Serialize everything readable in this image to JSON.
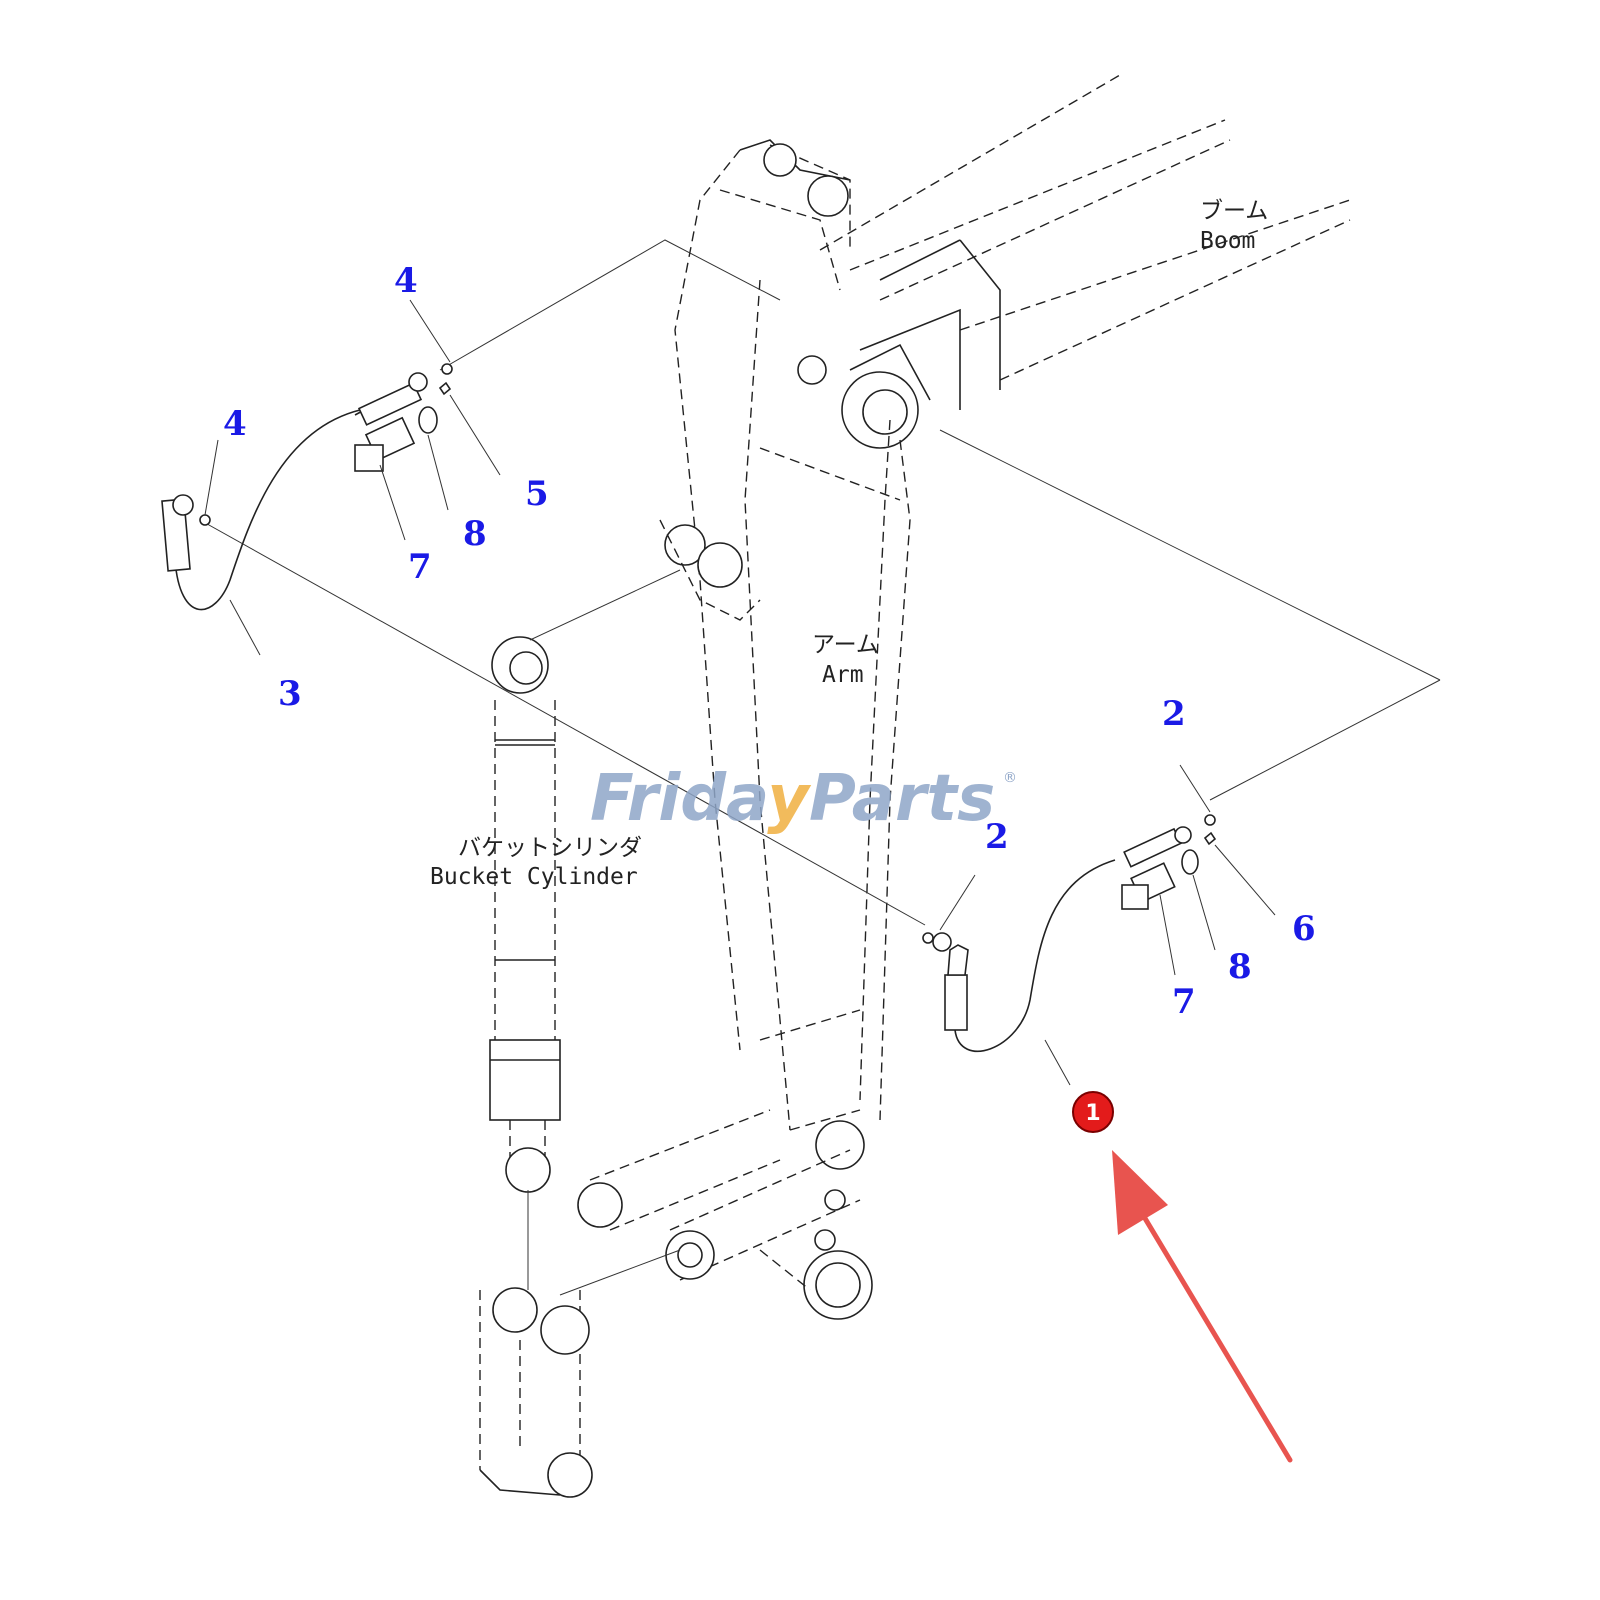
{
  "watermark": {
    "part1": "Frida",
    "accent": "y",
    "part2": "Parts",
    "reg": "®"
  },
  "labels": {
    "boom_jp": "ブーム",
    "boom_en": "Boom",
    "arm_jp": "アーム",
    "arm_en": "Arm",
    "bucket_jp": "バケットシリンダ",
    "bucket_en": "Bucket Cylinder"
  },
  "callouts": [
    {
      "id": "c4a",
      "text": "4"
    },
    {
      "id": "c4b",
      "text": "4"
    },
    {
      "id": "c5",
      "text": "5"
    },
    {
      "id": "c7a",
      "text": "7"
    },
    {
      "id": "c8a",
      "text": "8"
    },
    {
      "id": "c3",
      "text": "3"
    },
    {
      "id": "c2a",
      "text": "2"
    },
    {
      "id": "c2b",
      "text": "2"
    },
    {
      "id": "c6",
      "text": "6"
    },
    {
      "id": "c7b",
      "text": "7"
    },
    {
      "id": "c8b",
      "text": "8"
    }
  ],
  "highlight": {
    "text": "1",
    "color": "#e31b1b",
    "arrow_color": "#e8544f"
  }
}
